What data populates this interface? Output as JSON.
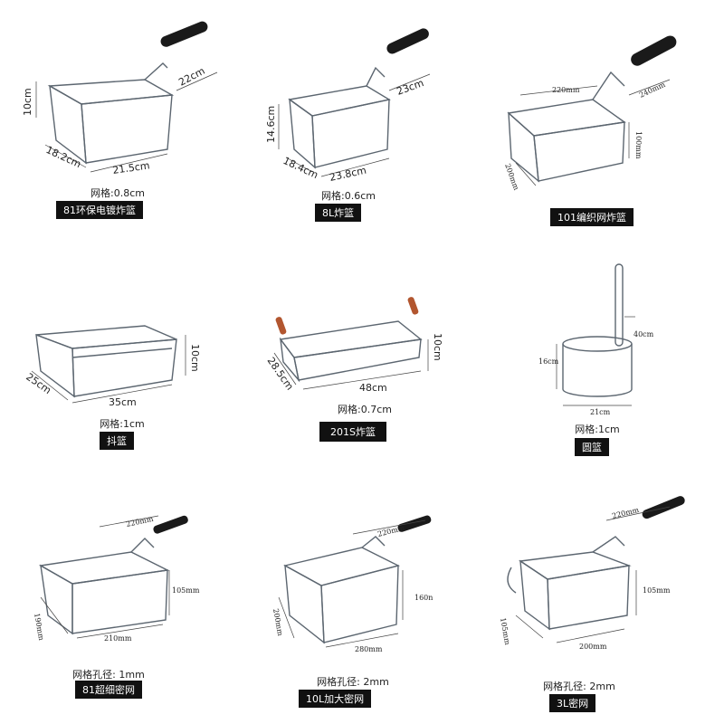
{
  "baskets": [
    {
      "spec": "网格:0.8cm",
      "name": "81环保电镀炸篮",
      "dims": {
        "d1": "10cm",
        "d2": "22cm",
        "d3": "18.2cm",
        "d4": "21.5cm"
      }
    },
    {
      "spec": "网格:0.6cm",
      "name": "8L炸篮",
      "dims": {
        "d1": "14.6cm",
        "d2": "23cm",
        "d3": "18.4cm",
        "d4": "23.8cm"
      }
    },
    {
      "spec": "",
      "name": "101编织网炸篮",
      "dims": {
        "d1": "220mm",
        "d2": "240mm",
        "d3": "100mm",
        "d4": "200mm"
      }
    },
    {
      "spec": "网格:1cm",
      "name": "抖篮",
      "dims": {
        "d1": "10cm",
        "d2": "25cm",
        "d3": "35cm"
      }
    },
    {
      "spec": "网格:0.7cm",
      "name": "201S炸篮",
      "dims": {
        "d1": "10cm",
        "d2": "28.5cm",
        "d3": "48cm"
      }
    },
    {
      "spec": "网格:1cm",
      "name": "圆篮",
      "dims": {
        "d1": "40cm",
        "d2": "16cm",
        "d3": "21cm"
      }
    },
    {
      "spec": "网格孔径:  1mm",
      "name": "81超细密网",
      "dims": {
        "d1": "220mm",
        "d2": "105mm",
        "d3": "190mm",
        "d4": "210mm"
      }
    },
    {
      "spec": "网格孔径:  2mm",
      "name": "10L加大密网",
      "dims": {
        "d1": "220mm",
        "d2": "160n",
        "d3": "200mm",
        "d4": "280mm"
      }
    },
    {
      "spec": "网格孔径:  2mm",
      "name": "3L密网",
      "dims": {
        "d1": "220mm",
        "d2": "105mm",
        "d3": "105mm",
        "d4": "200mm"
      }
    }
  ]
}
